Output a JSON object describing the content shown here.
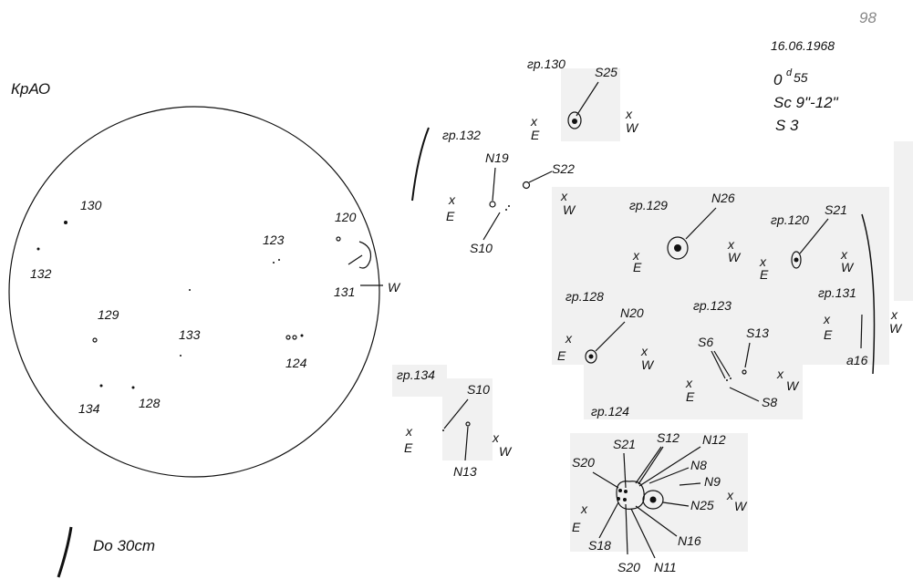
{
  "header": {
    "observatory": "КрАО",
    "page_number": "98",
    "date": "16.06.1968",
    "time_day": "0",
    "time_unit": "d",
    "time_frac": "55",
    "seeing": "Sc  9\"-12\"",
    "quality": "S   3"
  },
  "compass": {
    "east": "E",
    "west": "W",
    "marker": "x"
  },
  "disk": {
    "labels": {
      "g130": "130",
      "g132": "132",
      "g123": "123",
      "g120": "120",
      "g131": "131",
      "g129": "129",
      "g133": "133",
      "g124": "124",
      "g134": "134",
      "g128": "128"
    },
    "west": "W"
  },
  "footer": {
    "instrument": "Do  30cm"
  },
  "groups": {
    "g130": {
      "title": "гр.130",
      "spots": [
        "S25"
      ]
    },
    "g132": {
      "title": "гр.132",
      "spots": [
        "N19",
        "S22",
        "S10"
      ]
    },
    "g129": {
      "title": "гр.129",
      "spots": [
        "N26"
      ]
    },
    "g120": {
      "title": "гр.120",
      "spots": [
        "S21"
      ]
    },
    "g131": {
      "title": "гр.131",
      "spots": [
        "a16"
      ]
    },
    "g128": {
      "title": "гр.128",
      "spots": [
        "N20"
      ]
    },
    "g123": {
      "title": "гр.123",
      "spots": [
        "S6",
        "S13",
        "S8"
      ]
    },
    "g134": {
      "title": "гр.134",
      "spots": [
        "S10",
        "N13"
      ]
    },
    "g124": {
      "title": "гр.124",
      "spots": [
        "S21",
        "S12",
        "N12",
        "N8",
        "N9",
        "S20",
        "N25",
        "N16",
        "S18",
        "S20",
        "N11"
      ]
    }
  }
}
